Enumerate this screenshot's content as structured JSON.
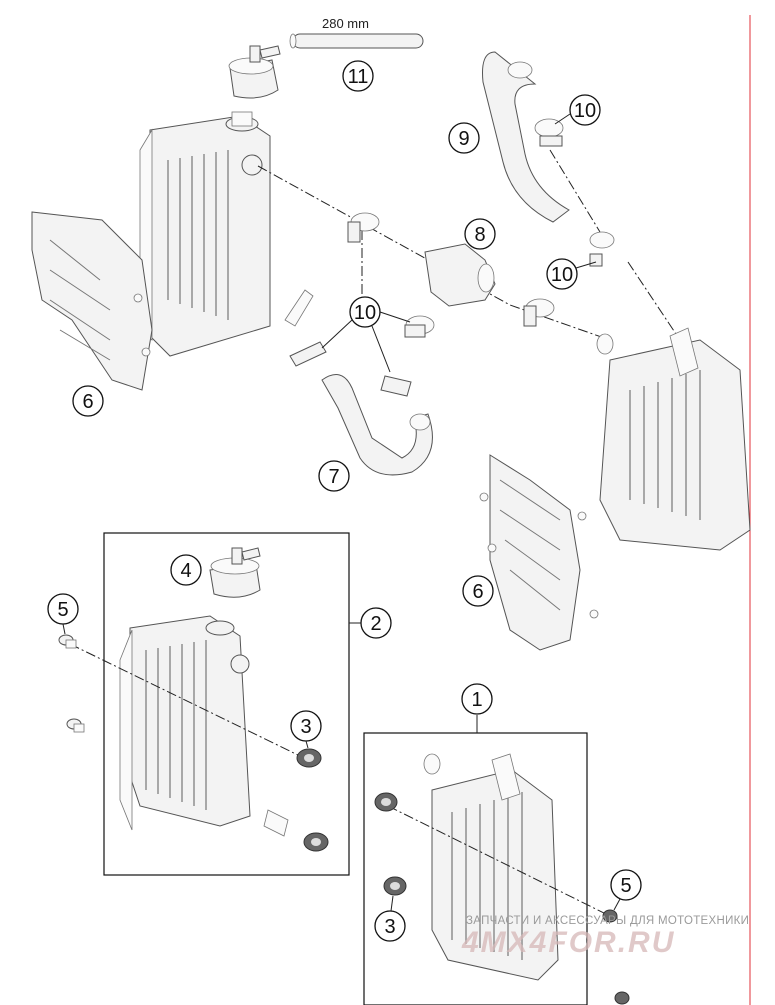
{
  "diagram": {
    "dimension_label": "280 mm",
    "callouts": {
      "c1": "1",
      "c2": "2",
      "c3a": "3",
      "c3b": "3",
      "c4": "4",
      "c5a": "5",
      "c5b": "5",
      "c6a": "6",
      "c6b": "6",
      "c7": "7",
      "c8": "8",
      "c9": "9",
      "c10a": "10",
      "c10b": "10",
      "c10c": "10",
      "c11": "11"
    }
  },
  "watermark": {
    "text": "ЗАПЧАСТИ И АКСЕССУАРЫ ДЛЯ МОТОТЕХНИКИ",
    "logo": "4MX4FOR.RU"
  },
  "colors": {
    "line": "#555555",
    "fill": "#f3f3f3",
    "margin_rule": "#e0303a"
  }
}
